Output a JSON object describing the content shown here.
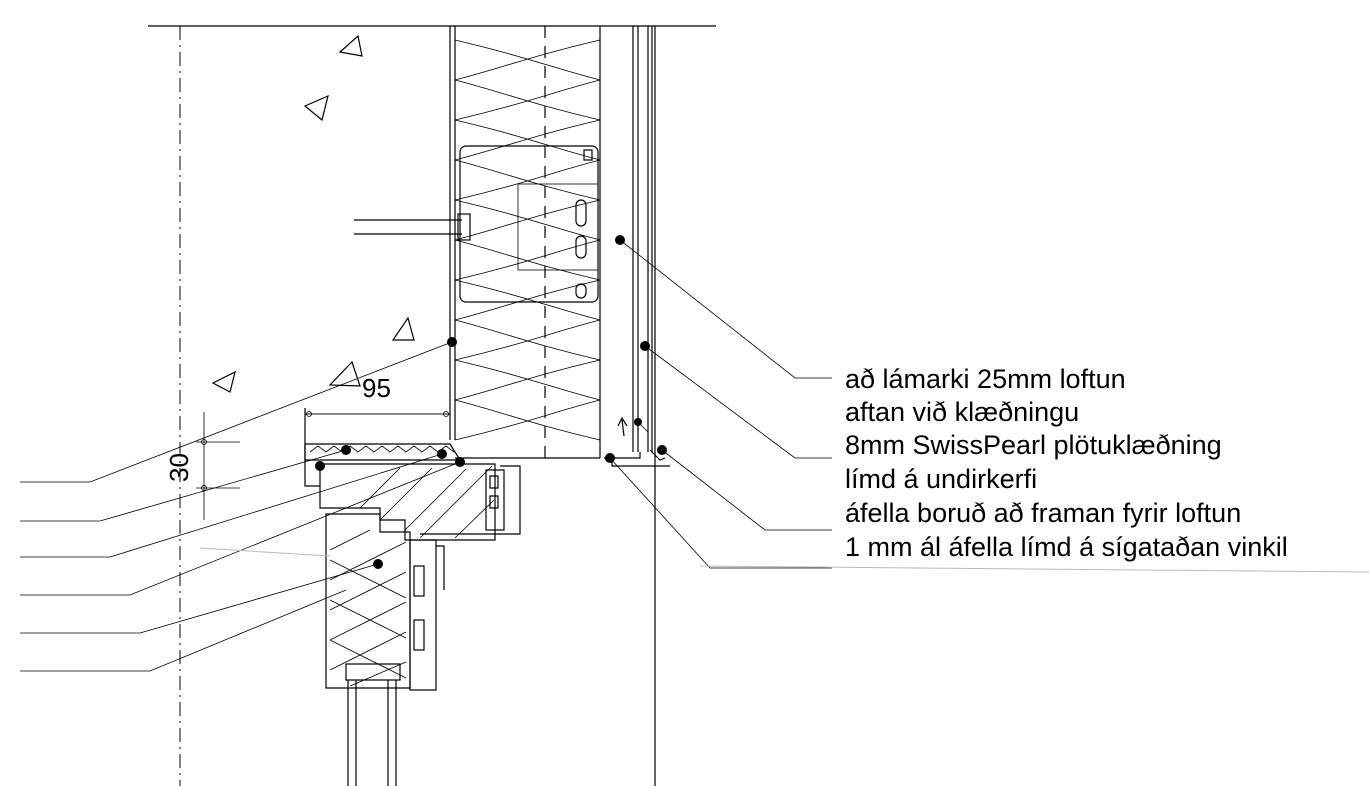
{
  "dimensions": {
    "width_label": "95",
    "height_label": "30"
  },
  "annotations": [
    "að lámarki 25mm loftun",
    "aftan við klæðningu",
    "8mm SwissPearl plötuklæðning",
    "límd á undirkerfi",
    "áfella boruð að framan fyrir loftun",
    "1 mm ál áfella límd á sígataðan vinkil"
  ]
}
